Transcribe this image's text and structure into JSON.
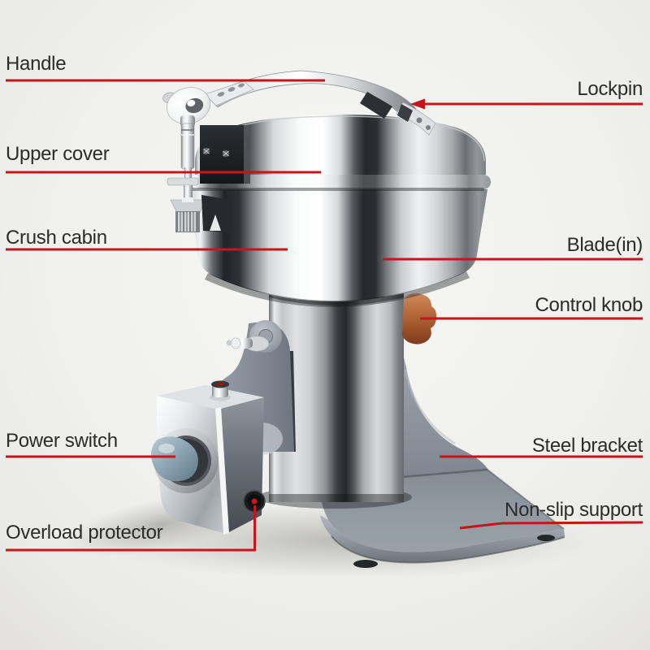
{
  "diagram": {
    "subject": "Grain grinder machine parts diagram",
    "annotation_red": "#c5161d",
    "label_text_color": "#2b2b2b",
    "background_color": "#efefec",
    "part_colors": {
      "control_knob_orange": "#b5683c",
      "power_switch_gray_blue": "#8ba3b1",
      "bracket_gray": "#868d96",
      "chrome_silver": "#d8dadc"
    }
  },
  "labels": {
    "handle": "Handle",
    "lockpin": "Lockpin",
    "upper_cover": "Upper cover",
    "crush_cabin": "Crush cabin",
    "blade": "Blade(in)",
    "control_knob": "Control knob",
    "power_switch": "Power switch",
    "steel_bracket": "Steel bracket",
    "overload_protector": "Overload protector",
    "non_slip_support": "Non-slip support"
  }
}
